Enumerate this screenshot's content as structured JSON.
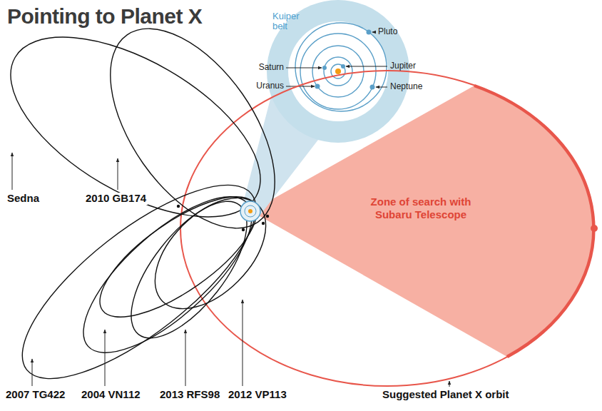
{
  "diagram": {
    "title": "Pointing to Planet X",
    "nodes": [
      {
        "text": [
          "Zone of search with Subaru Telescope"
        ]
      }
    ],
    "labels": [
      "Kuiper belt",
      "Pluto",
      "Saturn",
      "Jupiter",
      "Uranus",
      "Neptune",
      "Sedna",
      "2010 GB174",
      "2007 TG422",
      "2004 VN112",
      "2013 RFS98",
      "2012 VP113",
      "Suggested Planet X orbit"
    ]
  }
}
